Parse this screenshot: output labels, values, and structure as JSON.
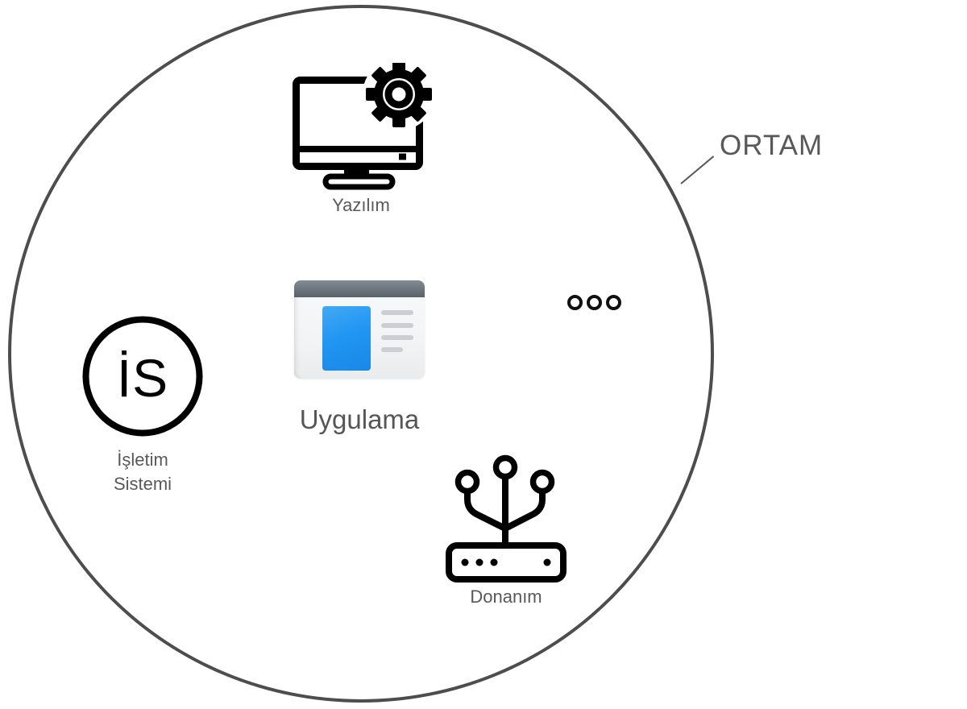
{
  "diagram": {
    "environment_label": "ORTAM",
    "nodes": {
      "software": {
        "label": "Yazılım",
        "icon": "monitor-gear-icon"
      },
      "application": {
        "label": "Uygulama",
        "icon": "app-window-icon"
      },
      "operating_system": {
        "monogram": "İS",
        "label_line1": "İşletim",
        "label_line2": "Sistemi",
        "icon": "os-monogram-circle-icon"
      },
      "hardware": {
        "label": "Donanım",
        "icon": "network-hub-icon"
      },
      "ellipsis": {
        "dots_count": 3
      }
    },
    "colors": {
      "circle_stroke": "#4d4d4d",
      "label_gray": "#595959",
      "icon_black": "#000000",
      "app_header_gray": "#59616b",
      "app_accent_blue": "#2196f3",
      "app_line_gray": "#ccced1"
    }
  }
}
